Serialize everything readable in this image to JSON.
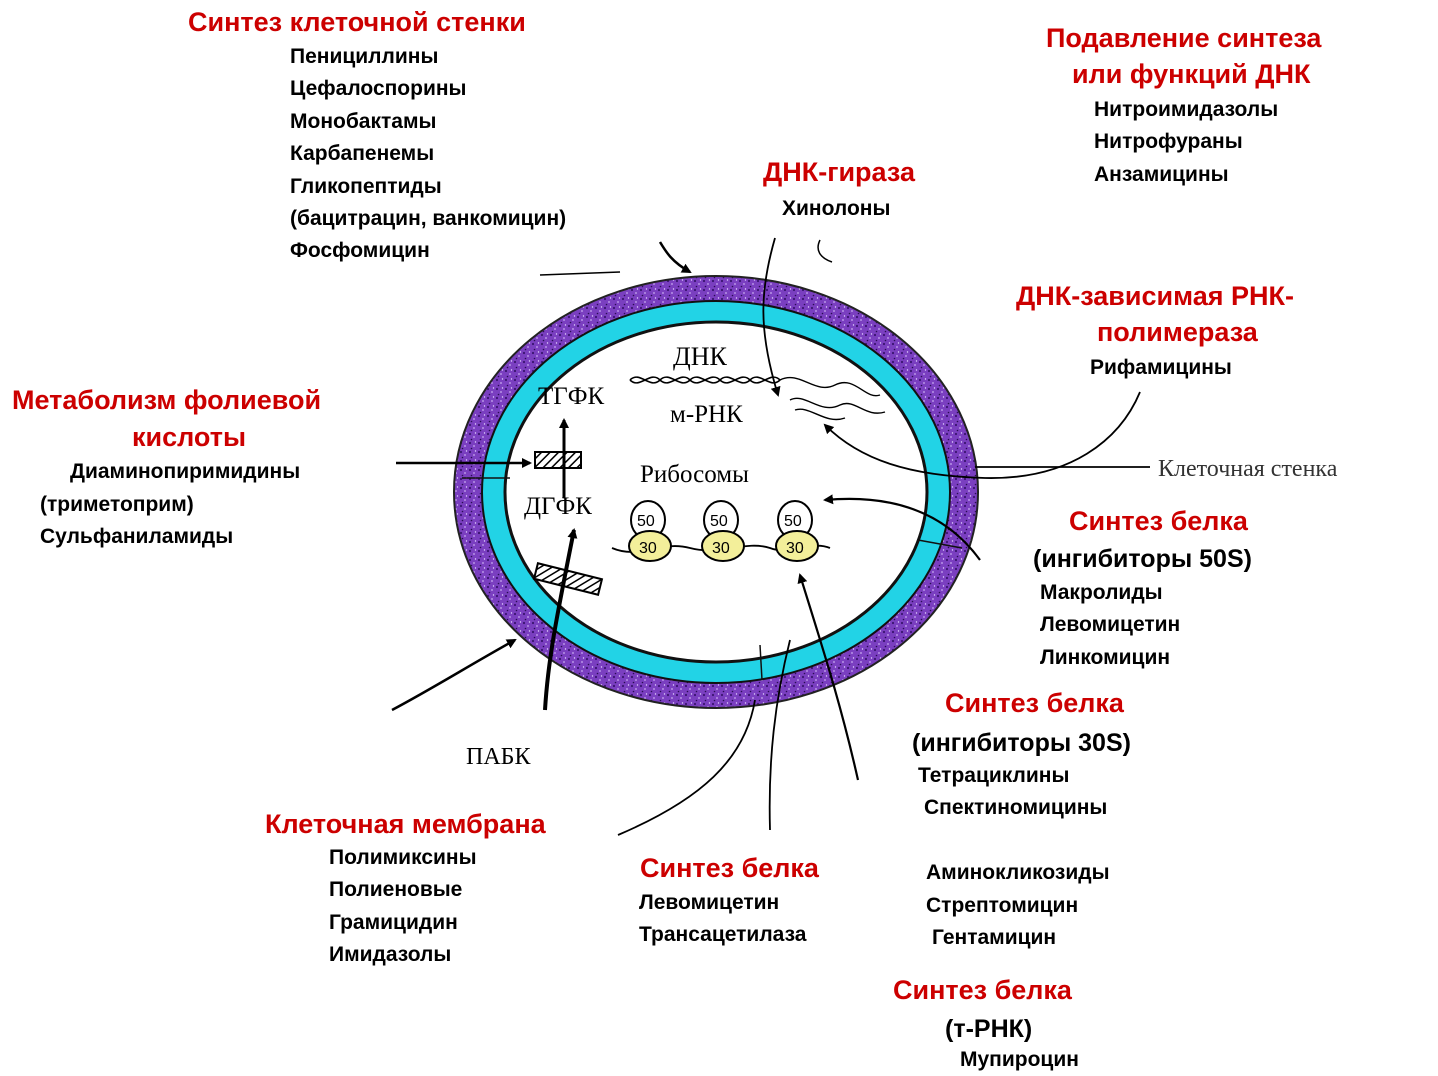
{
  "wall_synthesis": {
    "heading": "Синтез клеточной стенки",
    "items": [
      "Пенициллины",
      "Цефалоспорины",
      "Монобактамы",
      "Карбапенемы",
      "Гликопептиды",
      "(бацитрацин, ванкомицин)",
      "Фосфомицин"
    ]
  },
  "dna_suppression": {
    "heading_line1": "Подавление синтеза",
    "heading_line2": "или функций ДНК",
    "items": [
      "Нитроимидазолы",
      "Нитрофураны",
      "Анзамицины"
    ]
  },
  "dna_gyrase": {
    "heading": "ДНК-гираза",
    "items": [
      "Хинолоны"
    ]
  },
  "rna_polymerase": {
    "heading_line1": "ДНК-зависимая РНК-",
    "heading_line2": "полимераза",
    "items": [
      "Рифамицины"
    ]
  },
  "folate": {
    "heading_line1": "Метаболизм фолиевой",
    "heading_line2": "кислоты",
    "items": [
      "Диаминопиримидины",
      "(триметоприм)",
      "Сульфаниламиды"
    ]
  },
  "protein_50s": {
    "heading": "Синтез белка",
    "subheading": "(ингибиторы 50S)",
    "items": [
      "Макролиды",
      "Левомицетин",
      "Линкомицин"
    ]
  },
  "protein_30s": {
    "heading": "Синтез белка",
    "subheading": "(ингибиторы 30S)",
    "items": [
      "Тетрациклины",
      "Спектиномицины",
      "",
      "Аминокликозиды",
      "Стрептомицин",
      "Гентамицин"
    ]
  },
  "membrane": {
    "heading": "Клеточная мембрана",
    "items": [
      "Полимиксины",
      "Полиеновые",
      "Грамицидин",
      "Имидазолы"
    ]
  },
  "protein_transacetylase": {
    "heading": "Синтез белка",
    "items": [
      "Левомицетин",
      "Трансацетилаза"
    ]
  },
  "protein_trna": {
    "heading": "Синтез белка",
    "subheading": "(т-РНК)",
    "items": [
      "Мупироцин"
    ]
  },
  "cell_labels": {
    "dna": "ДНК",
    "mrna": "м-РНК",
    "thfa": "ТГФК",
    "dhfa": "ДГФК",
    "ribosomes": "Рибосомы",
    "paba": "ПАБК",
    "cell_wall": "Клеточная стенка",
    "subunit_large": "50",
    "subunit_small": "30"
  },
  "colors": {
    "heading": "#cc0000",
    "wall": "#7a3fc0",
    "membrane": "#22d3e6",
    "ribosome_small": "#f3ef9a"
  }
}
